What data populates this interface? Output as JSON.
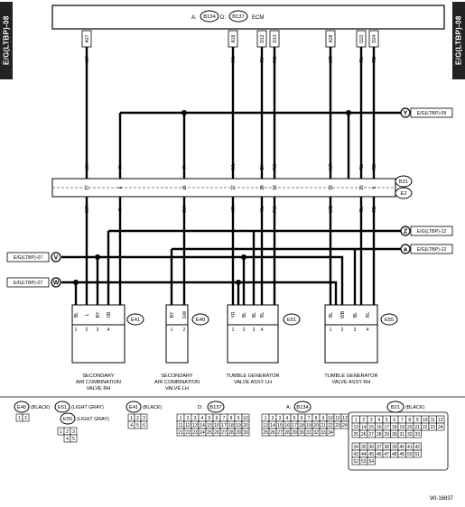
{
  "side_tab": "E/G(LTBP)-08",
  "ecm": {
    "label_a": "A:",
    "conn_a": "B134",
    "label_d": "D:",
    "conn_d": "B137",
    "name": "ECM"
  },
  "ecm_pins": [
    "A27",
    "A18",
    "D12",
    "D13",
    "A28",
    "D22",
    "D24"
  ],
  "ecm_wires": [
    "LW",
    "WL",
    "RY",
    "RG",
    "WR",
    "RL",
    "RB"
  ],
  "offpage": {
    "y": {
      "letter": "Y",
      "ref": "E/G(LTBP)-09"
    },
    "z": {
      "letter": "Z",
      "ref": "E/G(LTBP)-12"
    },
    "a": {
      "letter": "a",
      "ref": "E/G(LTBP)-12"
    },
    "v": {
      "letter": "V",
      "ref": "E/G(LTBP)-07"
    },
    "w": {
      "letter": "W",
      "ref": "E/G(LTBP)-07"
    }
  },
  "conn_b21": "B21",
  "conn_e2": "E2",
  "mid_pins": [
    "17",
    "6",
    "26",
    "27",
    "28",
    "16",
    "18",
    "15",
    "5"
  ],
  "mid_wires_upper": [
    "LW",
    "R",
    "R",
    "WL",
    "BY",
    "RG",
    "WR",
    "RL",
    "RB"
  ],
  "mid_wires_lower": [
    "WR",
    "R",
    "GW",
    "YR",
    "YL",
    "RG",
    "WB",
    "RL",
    "RB"
  ],
  "components": [
    {
      "conn": "E41",
      "pins": [
        "1",
        "2",
        "3",
        "4"
      ],
      "wires": [
        "BL",
        "L",
        "BY",
        "SB"
      ],
      "label1": "SECONDARY",
      "label2": "AIR COMBINATION",
      "label3": "VALVE RH"
    },
    {
      "conn": "E40",
      "pins": [
        "1",
        "2"
      ],
      "wires": [
        "BY",
        "GW"
      ],
      "label1": "SECONDARY",
      "label2": "AIR COMBINATION",
      "label3": "VALVE LH"
    },
    {
      "conn": "E51",
      "pins": [
        "1",
        "2",
        "3",
        "4"
      ],
      "wires": [
        "YR",
        "BL",
        "BL",
        "RL"
      ],
      "label1": "TUMBLE GENERATOR",
      "label2": "VALVE ASSY LH",
      "label3": ""
    },
    {
      "conn": "E55",
      "pins": [
        "1",
        "2",
        "3",
        "4"
      ],
      "wires": [
        "BL",
        "WB",
        "BL",
        "RL"
      ],
      "label1": "TUMBLE GENERATOR",
      "label2": "VALVE ASSY RH",
      "label3": ""
    }
  ],
  "legend": {
    "e40": {
      "conn": "E40",
      "color": "(BLACK)",
      "cells": [
        "1",
        "2"
      ]
    },
    "e51": {
      "conn": "E51",
      "color": "(LIGHT GRAY)"
    },
    "e55": {
      "conn": "E55",
      "color": "(LIGHT GRAY)",
      "cells": [
        "1",
        "2",
        "3",
        "4",
        "5"
      ]
    },
    "e41": {
      "conn": "E41",
      "color": "(BLACK)",
      "cells": [
        "1",
        "2",
        "3",
        "4",
        "5",
        "6"
      ]
    },
    "d": {
      "prefix": "D:",
      "conn": "B137",
      "cells": [
        "1",
        "2",
        "3",
        "4",
        "5",
        "6",
        "7",
        "8",
        "9",
        "10",
        "11",
        "12",
        "13",
        "14",
        "15",
        "16",
        "17",
        "18",
        "19",
        "20",
        "21",
        "22",
        "23",
        "24",
        "25",
        "26",
        "27",
        "28",
        "29",
        "30"
      ]
    },
    "a": {
      "prefix": "A:",
      "conn": "B134",
      "cells": [
        "1",
        "2",
        "3",
        "4",
        "5",
        "6",
        "7",
        "8",
        "9",
        "10",
        "11",
        "12",
        "13",
        "14",
        "15",
        "16",
        "17",
        "18",
        "19",
        "20",
        "21",
        "22",
        "23",
        "24",
        "25",
        "26",
        "27",
        "28",
        "29",
        "30",
        "31",
        "32",
        "33",
        "34"
      ]
    },
    "b21": {
      "conn": "B21",
      "color": "(BLACK)",
      "cells": [
        "1",
        "2",
        "3",
        "4",
        "5",
        "6",
        "7",
        "8",
        "9",
        "10",
        "11",
        "12",
        "13",
        "14",
        "15",
        "16",
        "17",
        "18",
        "19",
        "20",
        "21",
        "22",
        "23",
        "24",
        "25",
        "26",
        "27",
        "28",
        "29",
        "30",
        "31",
        "32",
        "33",
        "34",
        "35",
        "36",
        "37",
        "38",
        "39",
        "40",
        "41",
        "42",
        "43",
        "44",
        "45",
        "46",
        "47",
        "48",
        "49",
        "50",
        "51",
        "52",
        "53",
        "54"
      ]
    }
  },
  "footer_code": "WI-16837"
}
